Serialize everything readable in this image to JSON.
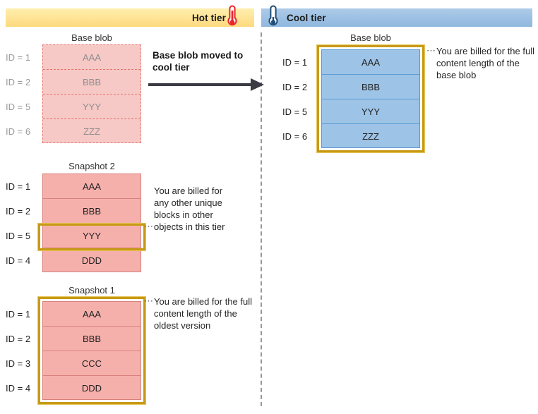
{
  "tiers": {
    "hot": {
      "label": "Hot tier",
      "icon": "thermometer-hot-icon",
      "color": "#ffe394"
    },
    "cool": {
      "label": "Cool tier",
      "icon": "thermometer-cool-icon",
      "color": "#9cc0e3"
    }
  },
  "divider": {
    "name": "tier-divider",
    "style": "dashed",
    "color": "#999999"
  },
  "transition": {
    "label": "Base blob moved to cool tier",
    "arrow_color": "#3b3b44",
    "direction": "hot-to-cool"
  },
  "hot_tier": {
    "base_blob": {
      "title": "Base blob",
      "style": "dashed-faded",
      "fill": "#f6c9c6",
      "border": "#e8736c",
      "rows": [
        {
          "id": "ID = 1",
          "block": "AAA"
        },
        {
          "id": "ID = 2",
          "block": "BBB"
        },
        {
          "id": "ID = 5",
          "block": "YYY"
        },
        {
          "id": "ID = 6",
          "block": "ZZZ"
        }
      ]
    },
    "snapshot2": {
      "title": "Snapshot 2",
      "fill": "#f5b0ac",
      "border": "#d9817c",
      "rows": [
        {
          "id": "ID = 1",
          "block": "AAA",
          "highlighted": false
        },
        {
          "id": "ID = 2",
          "block": "BBB",
          "highlighted": false
        },
        {
          "id": "ID = 5",
          "block": "YYY",
          "highlighted": true
        },
        {
          "id": "ID = 4",
          "block": "DDD",
          "highlighted": false
        }
      ],
      "annotation": "You are billed for any other unique blocks in other objects in this tier"
    },
    "snapshot1": {
      "title": "Snapshot 1",
      "fill": "#f5b0ac",
      "border": "#d9817c",
      "highlighted": true,
      "rows": [
        {
          "id": "ID = 1",
          "block": "AAA"
        },
        {
          "id": "ID = 2",
          "block": "BBB"
        },
        {
          "id": "ID = 3",
          "block": "CCC"
        },
        {
          "id": "ID = 4",
          "block": "DDD"
        }
      ],
      "annotation": "You are billed for the full content length of the oldest version"
    }
  },
  "cool_tier": {
    "base_blob": {
      "title": "Base blob",
      "fill": "#9dc3e6",
      "border": "#5b9bd5",
      "highlighted": true,
      "rows": [
        {
          "id": "ID = 1",
          "block": "AAA"
        },
        {
          "id": "ID = 2",
          "block": "BBB"
        },
        {
          "id": "ID = 5",
          "block": "YYY"
        },
        {
          "id": "ID = 6",
          "block": "ZZZ"
        }
      ],
      "annotation": "You are billed for the full content length of the base blob"
    }
  },
  "leader_dots": "⋯",
  "highlight_color": "#c79a16"
}
